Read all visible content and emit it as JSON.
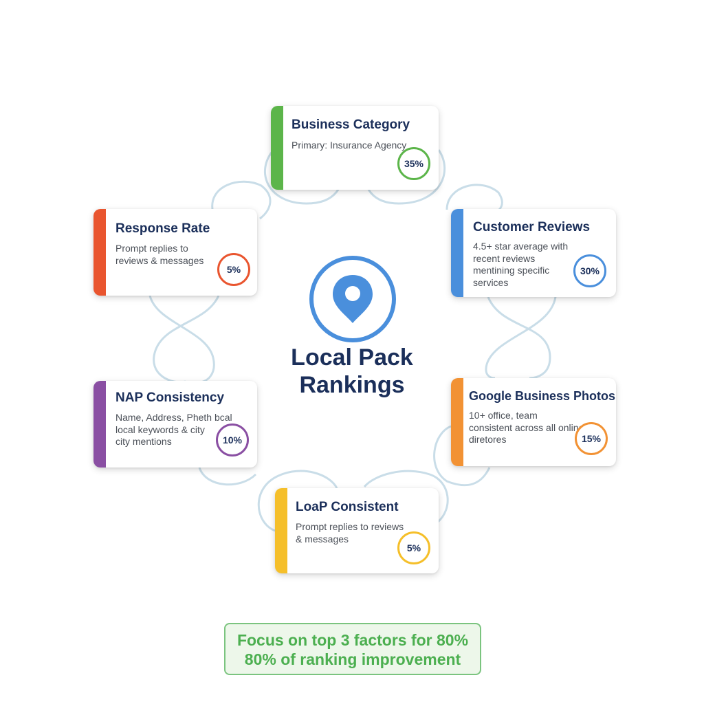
{
  "center": {
    "icon": "map-pin-icon",
    "title_lines": [
      "Local Pack",
      "Rankings"
    ]
  },
  "colors": {
    "green": "#5cb54a",
    "blue": "#4a8fdc",
    "orange": "#f29234",
    "yellow": "#f5bf2a",
    "purple": "#8a4fa3",
    "red": "#e9552f",
    "title": "#1b2f5a",
    "connector": "#c9dde8"
  },
  "factors": [
    {
      "title": "Business Category",
      "description": [
        "Primary: Insurance Agency"
      ],
      "weight": "35%",
      "color": "#5cb54a"
    },
    {
      "title": "Customer Reviews",
      "description": [
        "4.5+ star average with",
        "recent reviews",
        "mentining specific",
        "services"
      ],
      "weight": "30%",
      "color": "#4a8fdc"
    },
    {
      "title": "Google Business Photos",
      "description": [
        "10+ office, team",
        "consistent across all online",
        "diretores"
      ],
      "weight": "15%",
      "color": "#f29234"
    },
    {
      "title": "LoaP Consistent",
      "description": [
        "Prompt replies to reviews",
        "& messages"
      ],
      "weight": "5%",
      "color": "#f5bf2a"
    },
    {
      "title": "NAP Consistency",
      "description": [
        "Name, Address, Pheth bcal",
        "local keywords & city",
        "city mentions"
      ],
      "weight": "10%",
      "color": "#8a4fa3"
    },
    {
      "title": "Response Rate",
      "description": [
        "Prompt replies to",
        "reviews & messages"
      ],
      "weight": "5%",
      "color": "#e9552f"
    }
  ],
  "callout": {
    "lines": [
      "Focus on top 3 factors for 80%",
      "80% of ranking improvement"
    ]
  }
}
